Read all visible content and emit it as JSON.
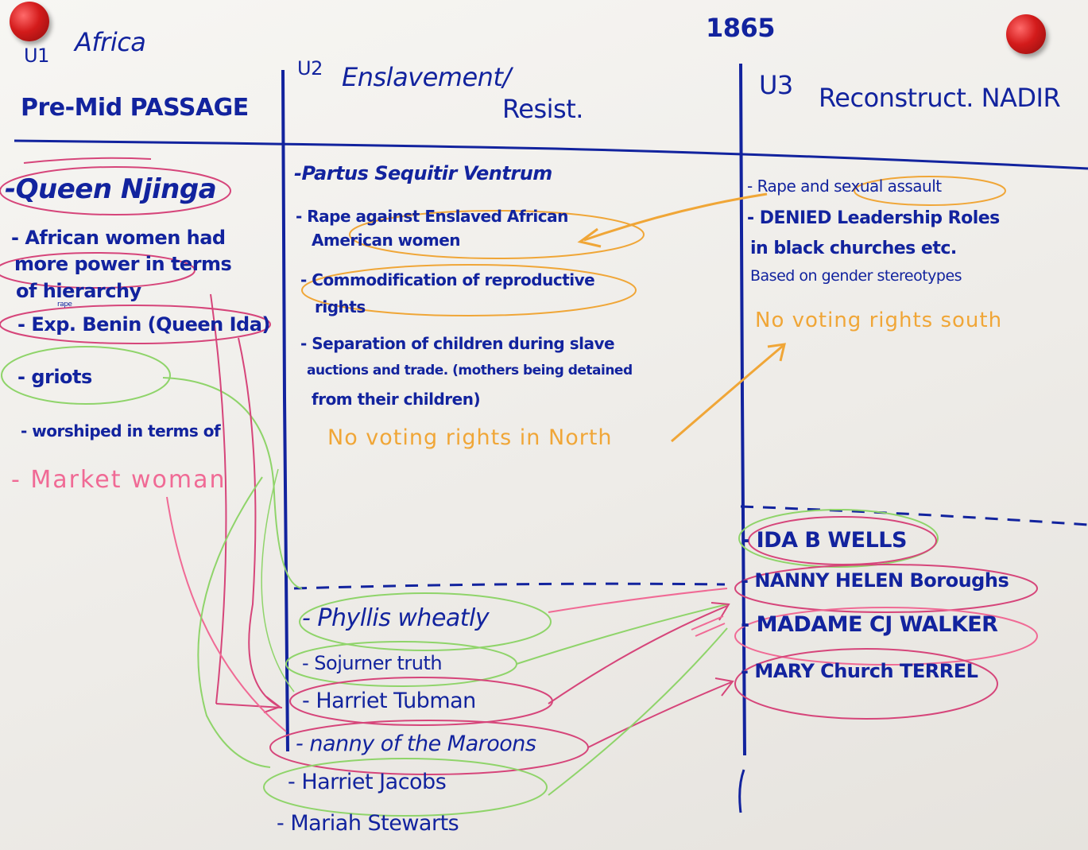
{
  "title_year": "1865",
  "columns": {
    "u1": {
      "unit": "U1",
      "title_line1": "Africa",
      "title_line2": "Pre-Mid PASSAGE",
      "items": [
        "-Queen Njinga",
        "- African women had",
        "more power in terms",
        "of hierarchy",
        "rape",
        "- Exp. Benin (Queen Ida)",
        "- griots",
        "- worshiped in terms of",
        "- Market woman"
      ]
    },
    "u2": {
      "unit": "U2",
      "title_line1": "Enslavement/",
      "title_line2": "Resist.",
      "items": [
        "-Partus Sequitir Ventrum",
        "- Rape against Enslaved African",
        "American women",
        "- Commodification of reproductive",
        "rights",
        "- Separation of children during slave",
        "auctions and trade. (mothers being detained",
        "from their children)",
        "No voting rights in North"
      ],
      "people": [
        "- Phyllis wheatly",
        "- Sojurner truth",
        "- Harriet Tubman",
        "- nanny of the Maroons",
        "- Harriet Jacobs",
        "- Mariah Stewarts"
      ]
    },
    "u3": {
      "unit": "U3",
      "title_line1": "Reconstruct. NADIR",
      "items": [
        "- Rape and sexual assault",
        "- DENIED Leadership Roles",
        "in black churches etc.",
        "Based on gender stereotypes",
        "No voting rights south"
      ],
      "people": [
        "- IDA B WELLS",
        "- NANNY HELEN Boroughs",
        "- MADAME CJ WALKER",
        "- MARY Church TERREL"
      ]
    }
  },
  "colors": {
    "ink_blue": "#12239e",
    "orange": "#f0a637",
    "pink": "#f06a95",
    "magenta": "#d6457a",
    "green": "#8fd46a",
    "pin_red": "#d31b1b"
  }
}
